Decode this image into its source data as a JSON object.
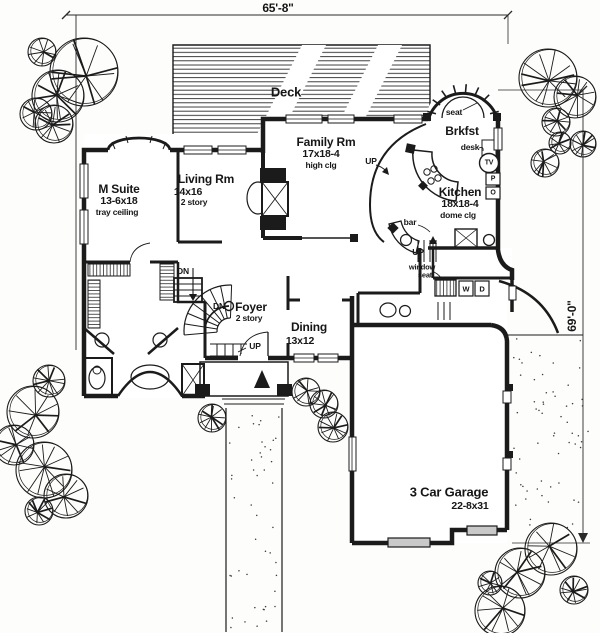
{
  "drawing": {
    "dim_width": "65'-8\"",
    "dim_height": "69'-0\""
  },
  "rooms": {
    "deck": {
      "name": "Deck"
    },
    "family": {
      "name": "Family Rm",
      "size": "17x18-4",
      "note": "high clg"
    },
    "brkfst": {
      "name": "Brkfst"
    },
    "kitchen": {
      "name": "Kitchen",
      "size": "18x18-4",
      "note": "dome clg"
    },
    "living": {
      "name": "Living Rm",
      "size": "14x16",
      "note": "2 story"
    },
    "msuite": {
      "name": "M Suite",
      "size": "13-6x18",
      "note": "tray ceiling"
    },
    "foyer": {
      "name": "Foyer",
      "note": "2 story"
    },
    "dining": {
      "name": "Dining",
      "size": "13x12"
    },
    "garage": {
      "name": "3 Car Garage",
      "size": "22-8x31"
    }
  },
  "labels": {
    "seat": "seat",
    "desk": "desk",
    "tv": "TV",
    "pantry": "P",
    "oven": "O",
    "bar": "bar",
    "up": "UP",
    "dn": "DN",
    "window_seat_line1": "window",
    "window_seat_line2": "seat",
    "washer": "W",
    "dryer": "D"
  },
  "colors": {
    "ink": "#1b1b1b",
    "paper": "#fdfdfc",
    "door": "#c9c9c9"
  }
}
